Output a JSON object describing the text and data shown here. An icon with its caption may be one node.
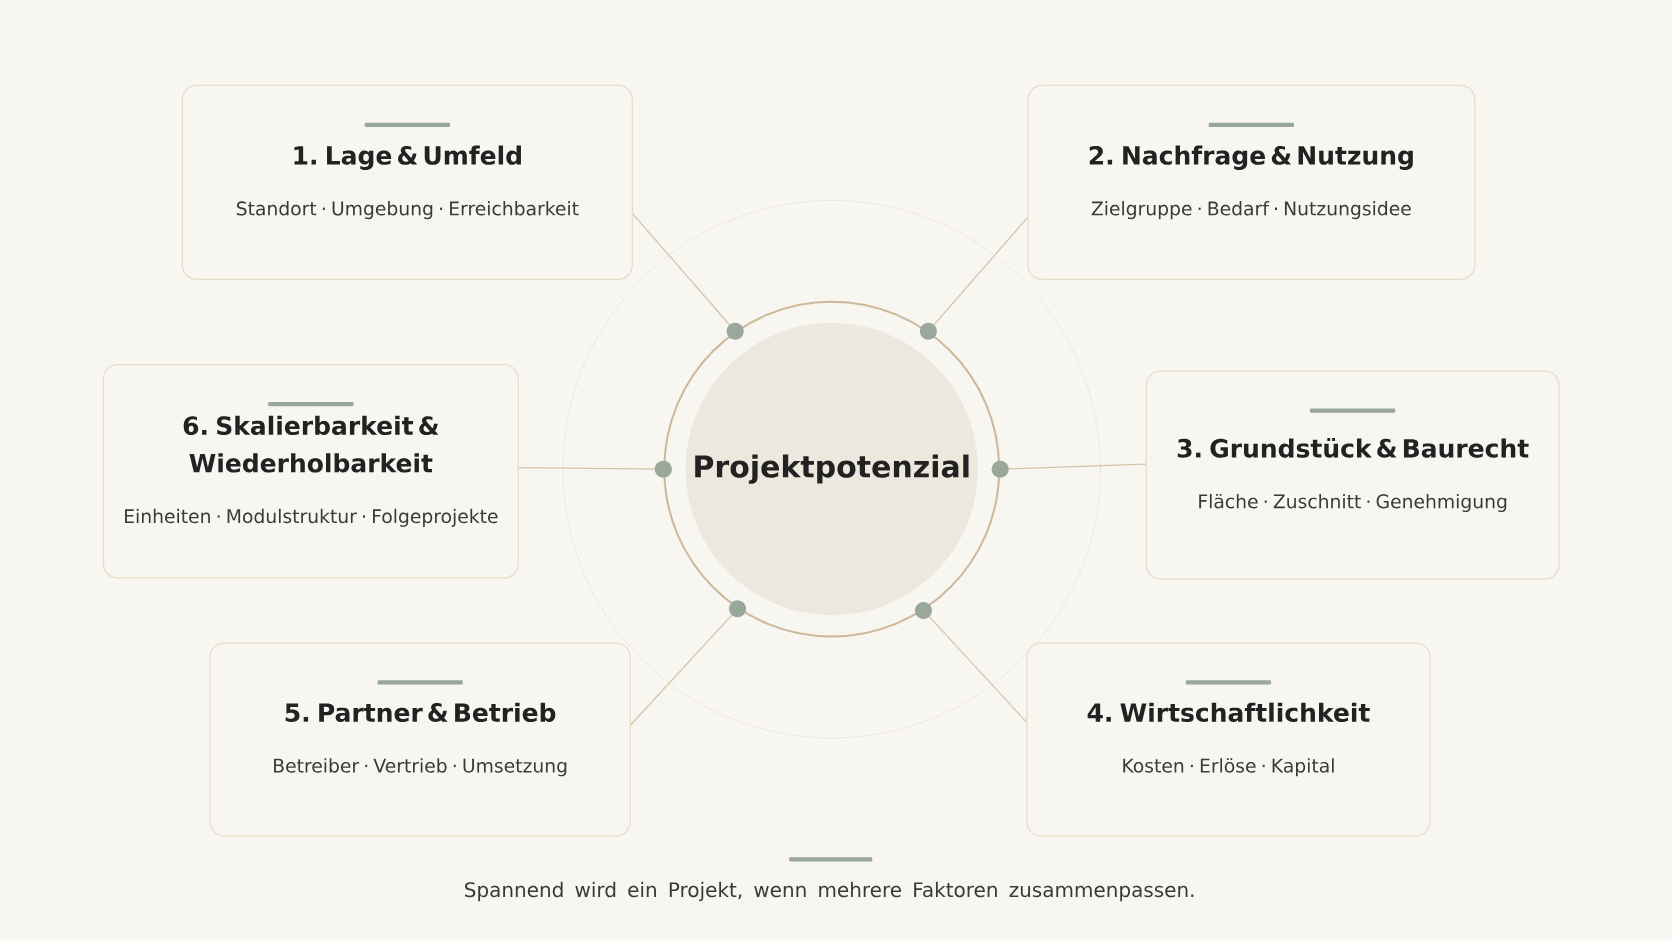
{
  "diagram": {
    "caption": "Spannend wird ein Projekt, wenn mehrere Faktoren zusammenpassen.",
    "nodes": [
      {
        "text": [
          "Projektpotenzial"
        ]
      },
      {
        "text": [
          "1. Lage & Umfeld",
          "Standort · Umgebung · Erreichbarkeit"
        ]
      },
      {
        "text": [
          "2. Nachfrage & Nutzung",
          "Zielgruppe · Bedarf · Nutzungsidee"
        ]
      },
      {
        "text": [
          "3. Grundstück & Baurecht",
          "Fläche · Zuschnitt · Genehmigung"
        ]
      },
      {
        "text": [
          "4. Wirtschaftlichkeit",
          "Kosten · Erlöse · Kapital"
        ]
      },
      {
        "text": [
          "5. Partner & Betrieb",
          "Betreiber · Vertrieb · Umsetzung"
        ]
      },
      {
        "text": [
          "6. Skalierbarkeit & Wiederholbarkeit",
          "Einheiten · Modulstruktur · Folgeprojekte"
        ]
      }
    ],
    "edges": [
      {
        "from": 0,
        "to": 1,
        "arrow": "none"
      },
      {
        "from": 0,
        "to": 2,
        "arrow": "none"
      },
      {
        "from": 0,
        "to": 3,
        "arrow": "none"
      },
      {
        "from": 0,
        "to": 4,
        "arrow": "none"
      },
      {
        "from": 0,
        "to": 5,
        "arrow": "none"
      },
      {
        "from": 0,
        "to": 6,
        "arrow": "none"
      }
    ]
  }
}
